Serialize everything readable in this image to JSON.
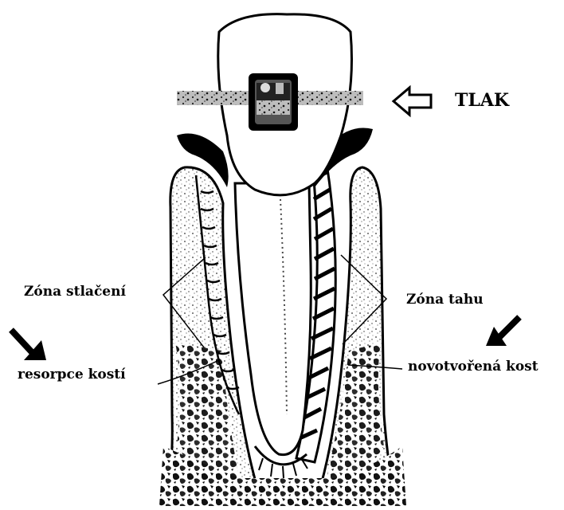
{
  "labels": {
    "pressure": "TLAK",
    "compression_zone": "Zóna stlačení",
    "tension_zone": "Zóna tahu",
    "bone_resorption": "resorpce kostí",
    "new_bone": "novotvořená kost"
  },
  "icons": {
    "pressure_arrow": "hollow-left-arrow-icon",
    "left_force_arrow": "diagonal-arrow-down-right-icon",
    "right_force_arrow": "diagonal-arrow-down-left-icon"
  },
  "colors": {
    "ink": "#000000",
    "paper": "#ffffff",
    "texture": "#333333"
  }
}
